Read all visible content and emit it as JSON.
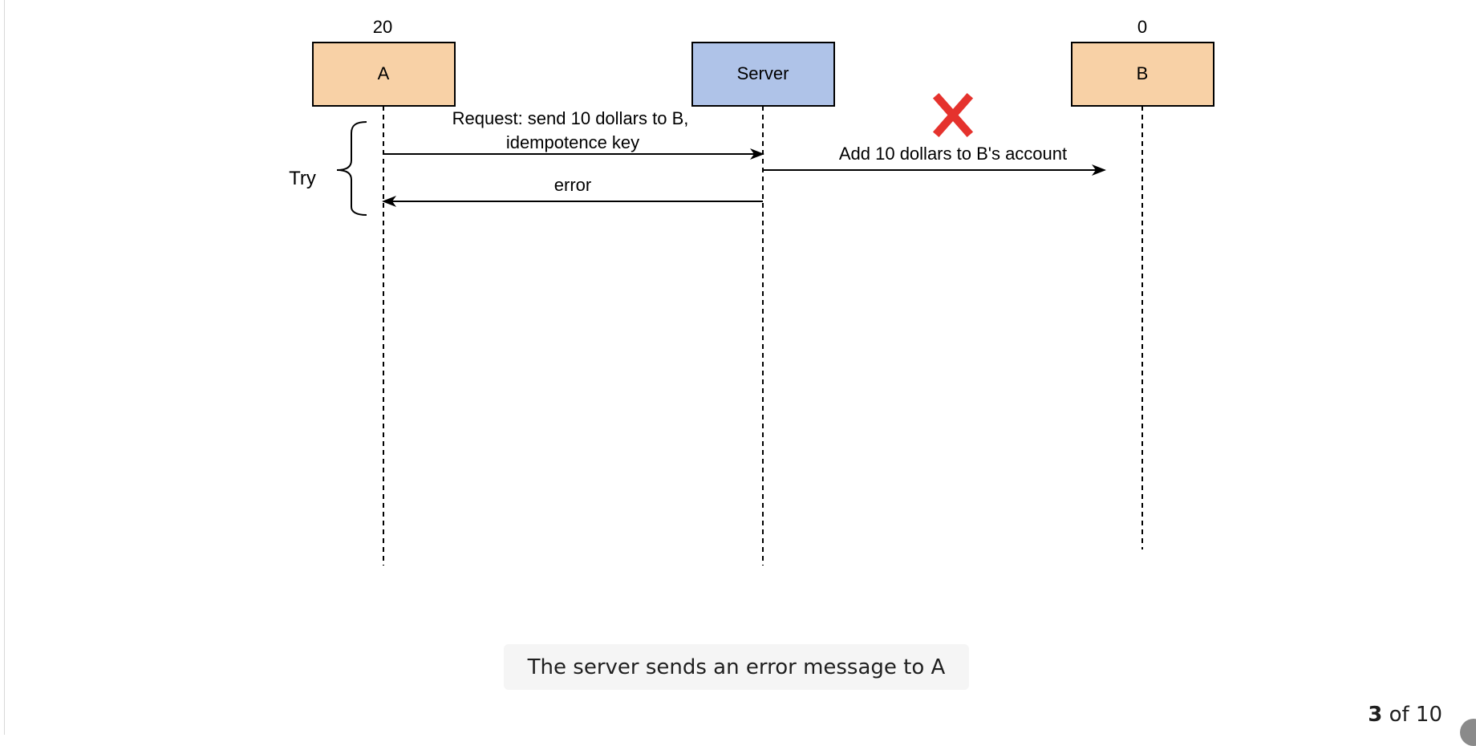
{
  "participants": {
    "a": {
      "label": "A",
      "balance": "20",
      "color": "#f8d1a6"
    },
    "server": {
      "label": "Server",
      "color": "#afc3e8"
    },
    "b": {
      "label": "B",
      "balance": "0",
      "color": "#f8d1a6"
    }
  },
  "messages": {
    "request_line1": "Request: send 10 dollars to  B,",
    "request_line2": "idempotence key",
    "add": "Add 10 dollars to B's account",
    "error": "error"
  },
  "bracket_label": "Try",
  "failure_mark_color": "#e5322d",
  "caption": "The server sends an error message to A",
  "pager": {
    "current": "3",
    "separator": "of",
    "total": "10"
  }
}
